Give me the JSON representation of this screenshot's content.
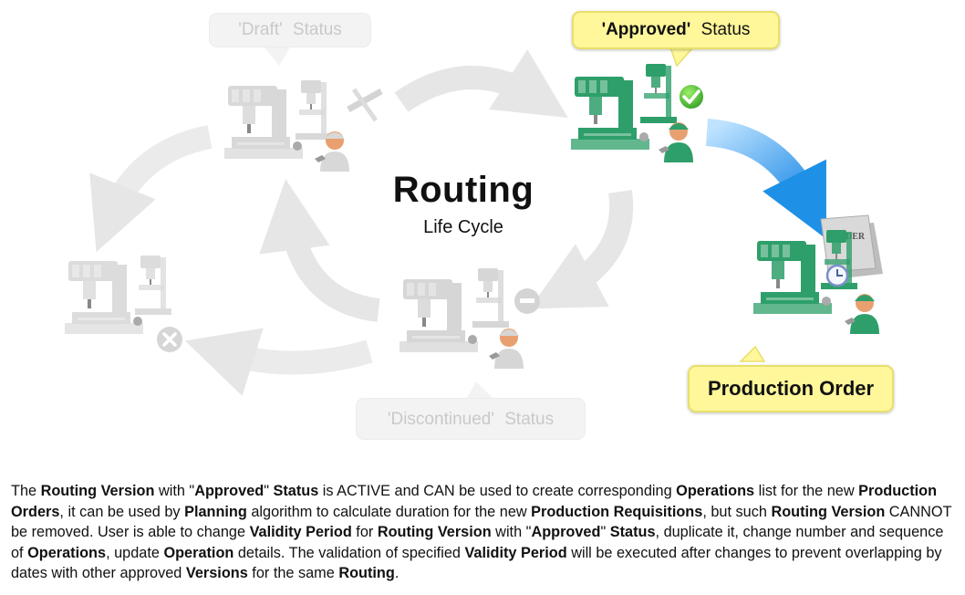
{
  "title": "Routing",
  "subtitle": "Life Cycle",
  "statuses": {
    "draft": {
      "quoted": "'Draft'",
      "suffix": "Status"
    },
    "approved": {
      "quoted": "'Approved'",
      "suffix": "Status"
    },
    "discontinued": {
      "quoted": "'Discontinued'",
      "suffix": "Status"
    }
  },
  "production_order_label": "Production Order",
  "order_doc_label": "ORDER",
  "colors": {
    "accent_yellow": "#fff79a",
    "machine_green": "#2e9f6a",
    "arrow_blue": "#1e90e6",
    "faded_gray": "#e6e6e6"
  },
  "icons": [
    "milling-machine-icon",
    "drill-press-icon",
    "mechanic-worker-icon",
    "check-badge-icon",
    "minus-badge-icon",
    "x-badge-icon",
    "pencil-ruler-icon",
    "order-document-icon",
    "clock-icon"
  ],
  "caption_segments": [
    {
      "t": "The ",
      "b": false
    },
    {
      "t": "Routing Version",
      "b": true
    },
    {
      "t": " with \"",
      "b": false
    },
    {
      "t": "Approved",
      "b": true
    },
    {
      "t": "\" ",
      "b": false
    },
    {
      "t": "Status",
      "b": true
    },
    {
      "t": " is ACTIVE and CAN be used to create corresponding ",
      "b": false
    },
    {
      "t": "Operations",
      "b": true
    },
    {
      "t": " list for the new ",
      "b": false
    },
    {
      "t": "Production Orders",
      "b": true
    },
    {
      "t": ", it can be used by ",
      "b": false
    },
    {
      "t": "Planning",
      "b": true
    },
    {
      "t": " algorithm to calculate duration for the new ",
      "b": false
    },
    {
      "t": "Production Requisitions",
      "b": true
    },
    {
      "t": ", but such ",
      "b": false
    },
    {
      "t": "Routing Version",
      "b": true
    },
    {
      "t": " CANNOT be removed.  User is able to change ",
      "b": false
    },
    {
      "t": "Validity Period",
      "b": true
    },
    {
      "t": " for ",
      "b": false
    },
    {
      "t": "Routing Version",
      "b": true
    },
    {
      "t": " with \"",
      "b": false
    },
    {
      "t": "Approved",
      "b": true
    },
    {
      "t": "\" ",
      "b": false
    },
    {
      "t": "Status",
      "b": true
    },
    {
      "t": ", duplicate it, change number and sequence of ",
      "b": false
    },
    {
      "t": "Operations",
      "b": true
    },
    {
      "t": ", update ",
      "b": false
    },
    {
      "t": "Operation",
      "b": true
    },
    {
      "t": " details. The validation of specified ",
      "b": false
    },
    {
      "t": "Validity Period",
      "b": true
    },
    {
      "t": " will be executed after changes to prevent overlapping by dates with other approved ",
      "b": false
    },
    {
      "t": "Versions",
      "b": true
    },
    {
      "t": " for the same ",
      "b": false
    },
    {
      "t": "Routing",
      "b": true
    },
    {
      "t": ".",
      "b": false
    }
  ]
}
